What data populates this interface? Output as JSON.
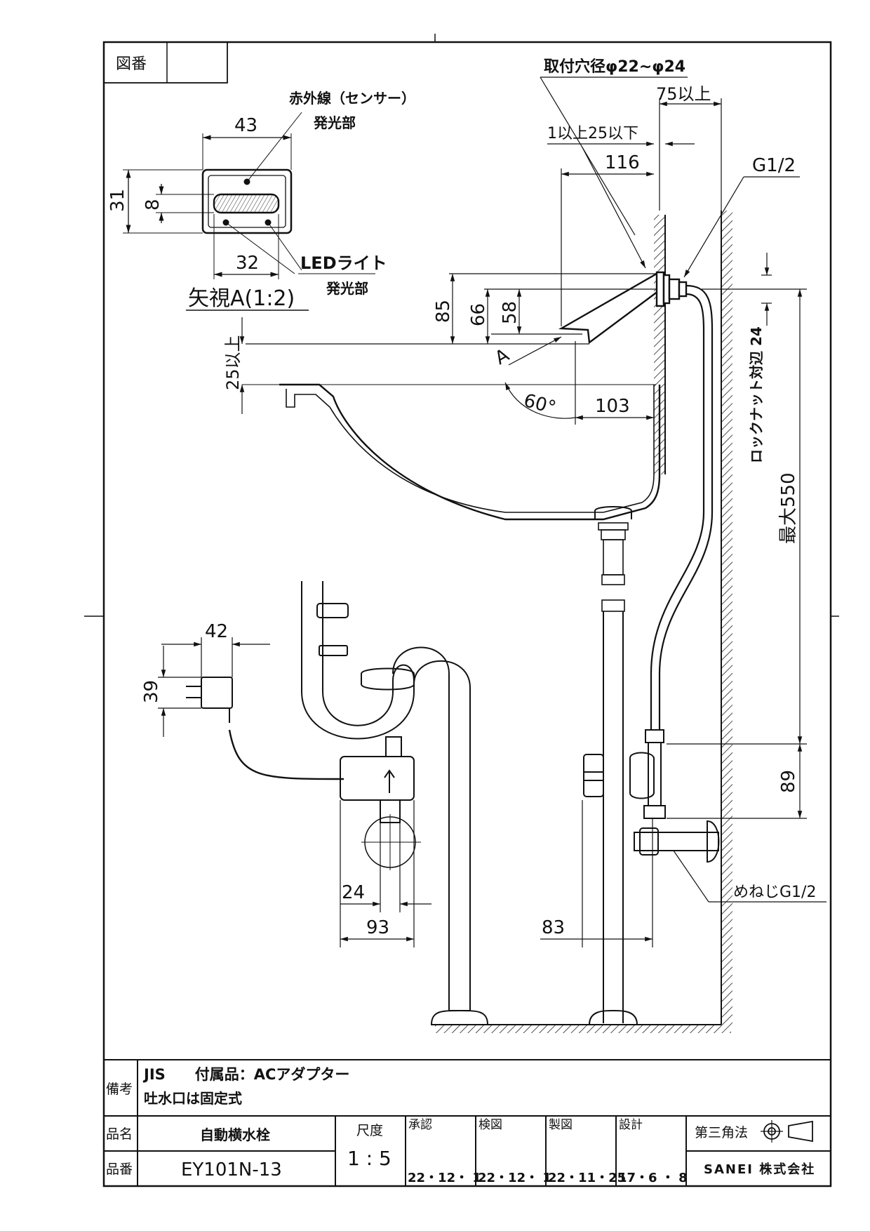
{
  "header": {
    "zuban_label": "図番",
    "zuban_value": ""
  },
  "sensor_view": {
    "ir_label": "赤外線（センサー）",
    "emit_label_1": "発光部",
    "led_label": "LEDライト",
    "emit_label_2": "発光部",
    "width_43": "43",
    "width_32": "32",
    "height_31": "31",
    "height_8": "8",
    "view_title": "矢視A(1:2)"
  },
  "faucet_dims": {
    "hole_diameter": "取付穴径φ22~φ24",
    "d75": "75以上",
    "d1_25": "1以上25以下",
    "d116": "116",
    "g12": "G1/2",
    "d85": "85",
    "d66": "66",
    "d58": "58",
    "d25": "25以上",
    "arrow_a": "A",
    "angle60": "60°",
    "d103": "103",
    "locknut": "ロックナット対辺 24",
    "max550": "最大550",
    "d89": "89",
    "female_g12": "めねじG1/2"
  },
  "adapter_dims": {
    "d42": "42",
    "d39": "39",
    "d24": "24",
    "d93": "93",
    "d83": "83"
  },
  "title_block": {
    "remarks_label": "備考",
    "remarks_line1": "JIS　　付属品：ACアダプター",
    "remarks_line2": "吐水口は固定式",
    "name_label": "品名",
    "name_value": "自動横水栓",
    "number_label": "品番",
    "number_value": "EY101N-13",
    "scale_label": "尺度",
    "scale_value": "1 : 5",
    "approval_label": "承認",
    "approval_date": "22・12・ 1",
    "check_label": "検図",
    "check_date": "22・12・ 1",
    "drawing_label": "製図",
    "drawing_date": "22・11・25",
    "design_label": "設計",
    "design_date": "17・6 ・ 8",
    "projection_label": "第三角法",
    "company": "SANEI 株式会社"
  }
}
